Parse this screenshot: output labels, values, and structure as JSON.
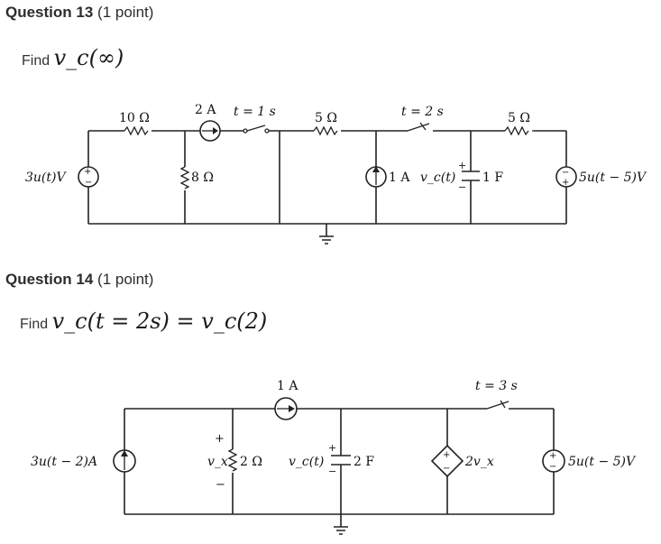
{
  "q13": {
    "title": "Question 13",
    "points": "(1 point)",
    "prompt_prefix": "Find",
    "prompt_math": "v_c(∞)",
    "circuit": {
      "r1": "10 Ω",
      "src_i1": "2 A",
      "switch1": "t = 1 s",
      "r2": "5 Ω",
      "switch2": "t = 2 s",
      "r3": "5 Ω",
      "vsrc_left": "3u(t)V",
      "r_shunt": "8 Ω",
      "src_i2": "1 A",
      "cap_v": "v_c(t)",
      "cap": "1 F",
      "vsrc_right": "5u(t − 5)V"
    }
  },
  "q14": {
    "title": "Question 14",
    "points": "(1 point)",
    "prompt_prefix": "Find",
    "prompt_math": "v_c(t = 2s)  =  v_c(2)",
    "circuit": {
      "src_i1": "1 A",
      "switch1": "t = 3 s",
      "isrc_left": "3u(t − 2)A",
      "vx": "v_x",
      "r1": "2 Ω",
      "cap_v": "v_c(t)",
      "cap": "2 F",
      "dep_src": "2v_x",
      "vsrc_right": "5u(t − 5)V"
    }
  }
}
